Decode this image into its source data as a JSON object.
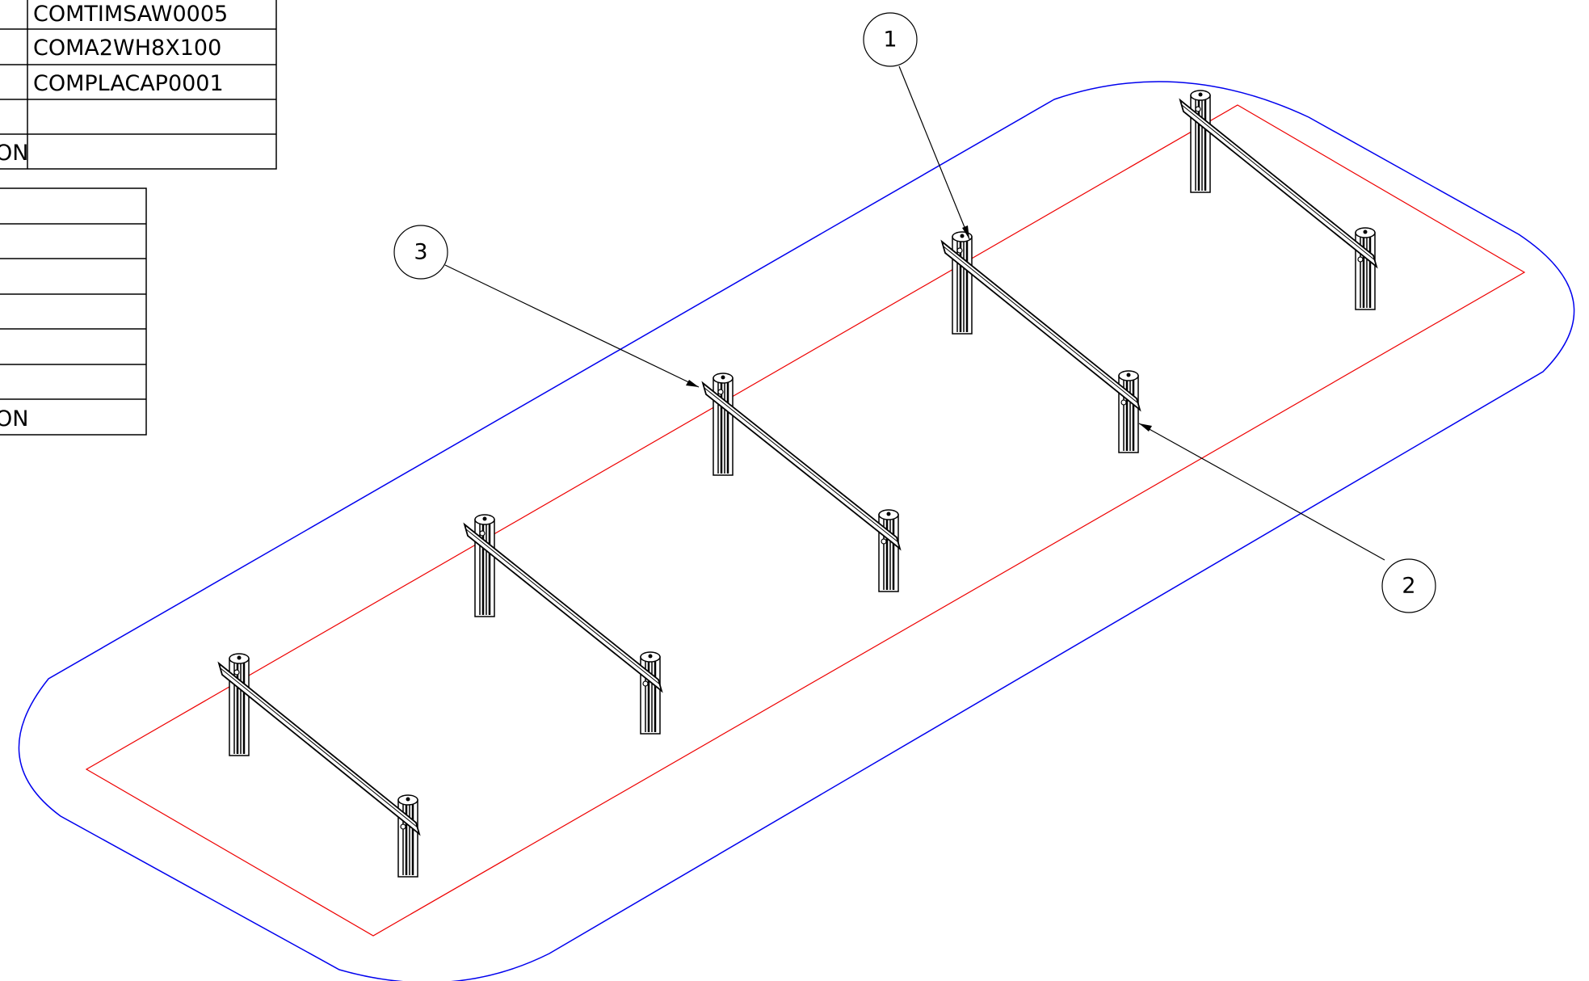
{
  "parts_table": {
    "rows": [
      {
        "label": "",
        "code": "COMTIMSAW0005"
      },
      {
        "label": "",
        "code": "COMA2WH8X100"
      },
      {
        "label": "",
        "code": "COMPLACAP0001"
      },
      {
        "label": "",
        "code": ""
      },
      {
        "label": "ON",
        "code": ""
      }
    ]
  },
  "secondary_table": {
    "rows": [
      "",
      "",
      "",
      "",
      "",
      "",
      "ON"
    ]
  },
  "balloons": [
    {
      "label": "1",
      "points_to": "timber-post-top"
    },
    {
      "label": "2",
      "points_to": "post-base"
    },
    {
      "label": "3",
      "points_to": "crossbeam-end"
    }
  ],
  "colors": {
    "outer_boundary": "#0000ee",
    "inner_boundary": "#ee0000",
    "linework": "#000000"
  }
}
